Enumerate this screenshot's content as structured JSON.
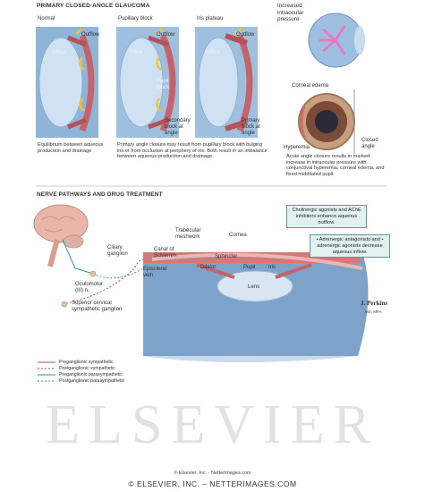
{
  "top": {
    "heading": "PRIMARY CLOSED-ANGLE GLAUCOMA",
    "panels": [
      {
        "title": "Normal",
        "outflow": "Outflow",
        "inflow": "Inflow",
        "caption": "Equilibrium between aqueous production and drainage"
      },
      {
        "title": "Pupillary block",
        "outflow": "Outflow",
        "inflow": "Inflow",
        "inner": "Pupil block",
        "note": "Secondary block at angle",
        "caption": "Primary angle closure may result from pupillary block with bulging iris or from occlusion at periphery of iris. Both result in an imbalance between aqueous production and drainage."
      },
      {
        "title": "Iris plateau",
        "outflow": "Outflow",
        "inflow": "Inflow",
        "note": "Primary block at angle"
      }
    ],
    "pressure_label": "Increased intraocular pressure",
    "corneal_edema": "Corneal edema",
    "hyperemia": "Hyperemia",
    "closed_angle": "Closed angle",
    "caption_right": "Acute angle closure results in marked increase in intraocular pressure with conjunctival hyperemia, corneal edema, and fixed middilated pupil."
  },
  "bottom": {
    "heading": "NERVE PATHWAYS AND DRUG TREATMENT",
    "labels": {
      "ciliary_ganglion": "Ciliary ganglion",
      "oculomotor": "Oculomotor (III) n.",
      "superior_cervical": "Superior cervical sympathetic ganglion",
      "episcleral": "Episcleral vein",
      "canal": "Canal of Schlemm",
      "trabecular": "Trabecular meshwork",
      "cornea": "Cornea",
      "sphincter": "Sphincter",
      "dilator": "Dilator",
      "pupil": "Pupil",
      "iris": "Iris",
      "lens": "Lens"
    },
    "box1": "Cholinergic agonists and AChE inhibitors enhance aqueous outflow.",
    "box2": "• Adrenergic antagonists and • adrenergic agonists decrease aqueous inflow.",
    "legend": [
      {
        "label": "Preganglionic sympathetic",
        "color": "#b2457a",
        "dash": "solid"
      },
      {
        "label": "Postganglionic sympathetic",
        "color": "#b2457a",
        "dash": "dashed"
      },
      {
        "label": "Preganglionic parasympathetic",
        "color": "#2f9a9a",
        "dash": "solid"
      },
      {
        "label": "Postganglionic parasympathetic",
        "color": "#2f9a9a",
        "dash": "dashed"
      }
    ],
    "signature": "J. Perkins",
    "signature_sub": "MS, MFA"
  },
  "watermark": "ELSEVIER",
  "footer_small": "© Elsevier, Inc. - Netterimages.com",
  "footer_large": "© ELSEVIER, INC. – NETTERIMAGES.COM",
  "colors": {
    "iris_red": "#c4636a",
    "eye_blue": "#8aaed3",
    "lens_blue": "#c9dcee",
    "brain_pink": "#e9b7a9",
    "yellow_arrow": "#f3c234",
    "box_border": "#5a9a9a"
  }
}
